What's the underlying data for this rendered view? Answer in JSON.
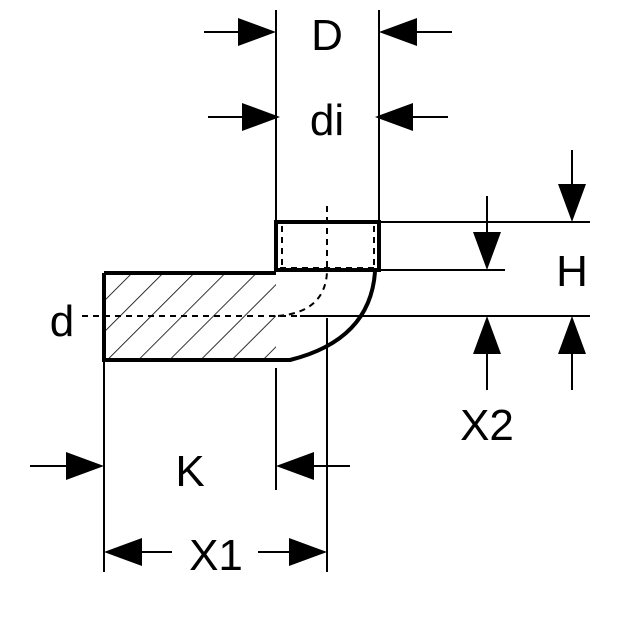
{
  "labels": {
    "D": "D",
    "di": "di",
    "H": "H",
    "d": "d",
    "X2": "X2",
    "K": "K",
    "X1": "X1"
  }
}
